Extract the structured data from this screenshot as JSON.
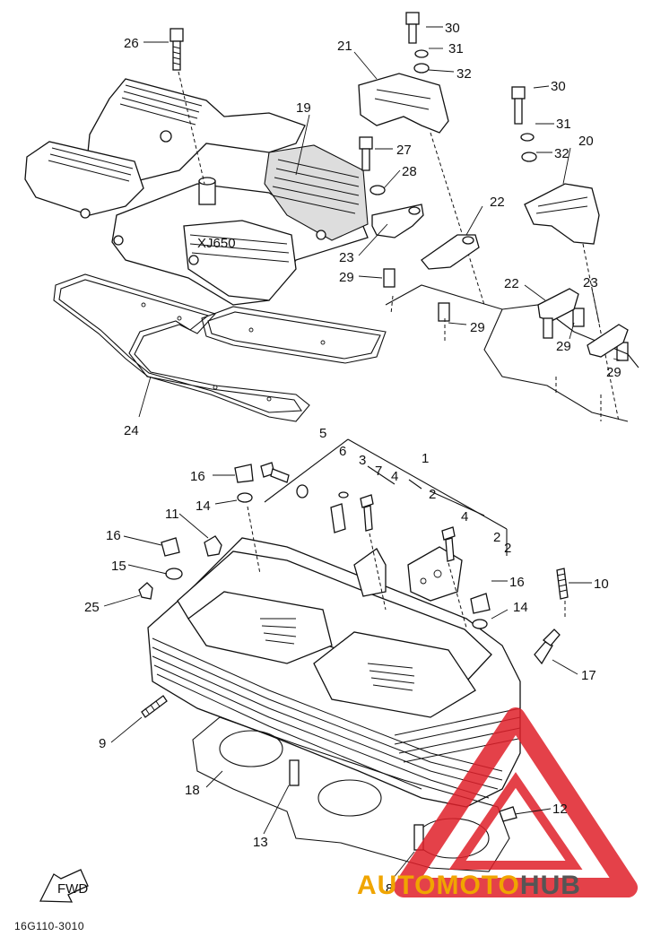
{
  "diagram": {
    "labels": [
      "1",
      "2",
      "2",
      "2",
      "3",
      "4",
      "4",
      "5",
      "6",
      "7",
      "8",
      "9",
      "10",
      "11",
      "12",
      "13",
      "14",
      "14",
      "15",
      "16",
      "16",
      "16",
      "17",
      "18",
      "19",
      "20",
      "21",
      "22",
      "22",
      "23",
      "23",
      "24",
      "25",
      "26",
      "27",
      "28",
      "29",
      "29",
      "29",
      "29",
      "30",
      "30",
      "31",
      "31",
      "32",
      "32"
    ],
    "fwd_text": "FWD",
    "embossed_text": "XJ650"
  },
  "figure_code": "16G110-3010",
  "watermark": {
    "part1": "AUTO",
    "part2": "MOTO",
    "part3": "HUB",
    "colors": {
      "accent": "#f0a500",
      "dark": "#555555",
      "triangle": "#e0202a"
    }
  }
}
